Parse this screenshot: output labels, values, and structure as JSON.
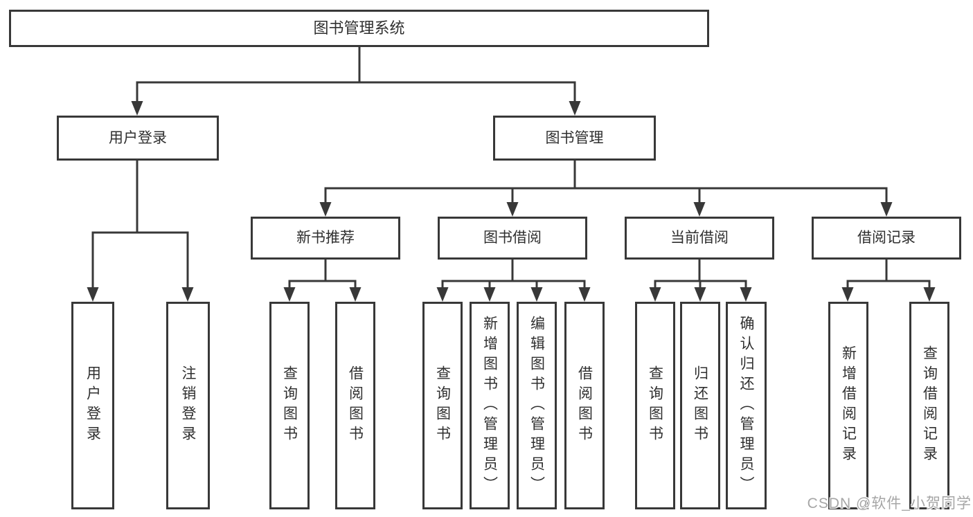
{
  "diagram": {
    "root": {
      "label": "图书管理系统"
    },
    "level2": [
      {
        "label": "用户登录"
      },
      {
        "label": "图书管理"
      }
    ],
    "level3": [
      {
        "label": "新书推荐"
      },
      {
        "label": "图书借阅"
      },
      {
        "label": "当前借阅"
      },
      {
        "label": "借阅记录"
      }
    ],
    "leaves": {
      "user_login": [
        {
          "label": "用户登录"
        },
        {
          "label": "注销登录"
        }
      ],
      "new_book": [
        {
          "label": "查询图书"
        },
        {
          "label": "借阅图书"
        }
      ],
      "book_borrow": [
        {
          "label": "查询图书"
        },
        {
          "label": "新增图书（管理员）"
        },
        {
          "label": "编辑图书（管理员）"
        },
        {
          "label": "借阅图书"
        }
      ],
      "current_borrow": [
        {
          "label": "查询图书"
        },
        {
          "label": "归还图书"
        },
        {
          "label": "确认归还（管理员）"
        }
      ],
      "borrow_record": [
        {
          "label": "新增借阅记录"
        },
        {
          "label": "查询借阅记录"
        }
      ]
    }
  },
  "watermark": {
    "text": "CSDN @软件_小贺同学"
  },
  "colors": {
    "line": "#383838",
    "text": "#2f2f2f",
    "watermark": "#a6a6a6",
    "background": "#ffffff"
  }
}
